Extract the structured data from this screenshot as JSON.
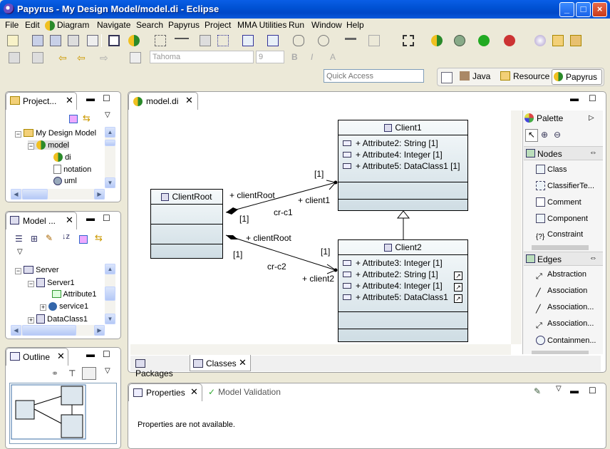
{
  "window": {
    "title": "Papyrus - My Design Model/model.di - Eclipse",
    "min": "_",
    "max": "□",
    "close": "×"
  },
  "menu": [
    "File",
    "Edit",
    "Diagram",
    "Navigate",
    "Search",
    "Papyrus",
    "Project",
    "MMA Utilities",
    "Run",
    "Window",
    "Help"
  ],
  "toolbar2": {
    "font": "Tahoma",
    "size": "9",
    "bold": "B",
    "italic": "I",
    "font_color": "A"
  },
  "quick_access": {
    "placeholder": "Quick Access"
  },
  "perspectives": [
    "Java",
    "Resource",
    "Papyrus"
  ],
  "project_explorer": {
    "title": "Project...",
    "items": [
      {
        "label": "My Design Model"
      },
      {
        "label": "model"
      },
      {
        "label": "di"
      },
      {
        "label": "notation"
      },
      {
        "label": "uml"
      }
    ]
  },
  "model_explorer": {
    "title": "Model ...",
    "items": [
      {
        "label": "Server"
      },
      {
        "label": "Server1"
      },
      {
        "label": "Attribute1"
      },
      {
        "label": "service1"
      },
      {
        "label": "DataClass1"
      }
    ]
  },
  "outline": {
    "title": "Outline"
  },
  "editor": {
    "tab": "model.di"
  },
  "diagram": {
    "client_root": {
      "name": "ClientRoot"
    },
    "client1": {
      "name": "Client1",
      "attributes": [
        "+ Attribute2: String [1]",
        "+ Attribute4: Integer [1]",
        "+ Attribute5: DataClass1 [1]"
      ]
    },
    "client2": {
      "name": "Client2",
      "attributes": [
        "+ Attribute3: Integer [1]",
        "+ Attribute2: String [1]",
        "+ Attribute4: Integer [1]",
        "+ Attribute5: DataClass1"
      ]
    },
    "assoc1": {
      "name": "cr-c1",
      "src_role": "+ clientRoot",
      "src_mult": "[1]",
      "tgt_role": "+ client1",
      "tgt_mult": "[1]"
    },
    "assoc2": {
      "name": "cr-c2",
      "src_role": "+ clientRoot",
      "src_mult": "[1]",
      "tgt_role": "+ client2",
      "tgt_mult": "[1]"
    }
  },
  "palette": {
    "title": "Palette",
    "nodes_label": "Nodes",
    "nodes": [
      "Class",
      "ClassifierTe...",
      "Comment",
      "Component",
      "Constraint"
    ],
    "edges_label": "Edges",
    "edges": [
      "Abstraction",
      "Association",
      "Association...",
      "Association...",
      "Containmen..."
    ]
  },
  "diagram_tabs": [
    "Packages",
    "Classes"
  ],
  "properties": {
    "title": "Properties",
    "validation": "Model Validation",
    "message": "Properties are not available."
  }
}
